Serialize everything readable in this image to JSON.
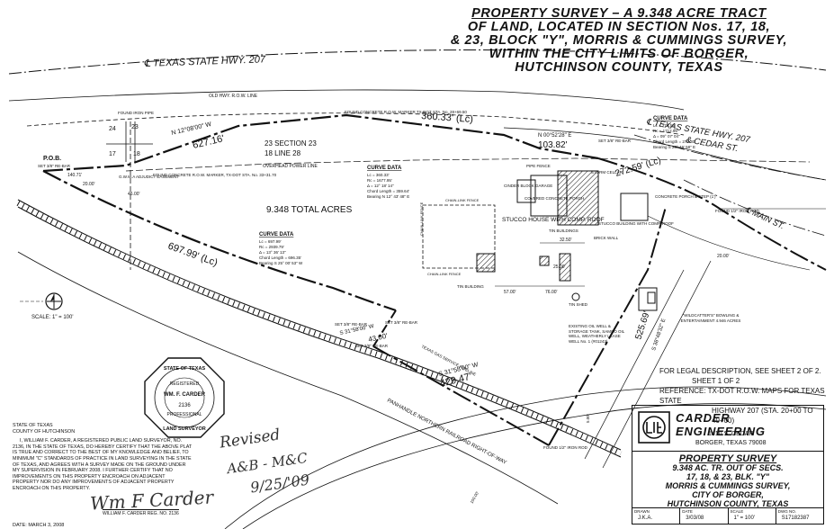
{
  "title": {
    "lines": [
      "PROPERTY SURVEY – A 9.348 ACRE TRACT",
      "OF LAND, LOCATED IN SECTION Nos. 17, 18,",
      "& 23, BLOCK \"Y\", MORRIS & CUMMINGS SURVEY,",
      "WITHIN THE CITY LIMITS OF BORGER,",
      "HUTCHINSON COUNTY, TEXAS"
    ]
  },
  "map": {
    "hwy_top": "℄ TEXAS STATE HWY. 207",
    "old_row": "OLD HWY. R.O.W. LINE",
    "hwy_right_1": "℄ TEXAS STATE HWY. 207",
    "hwy_right_2": "& CEDAR ST.",
    "main_st": "℄ MAIN ST.",
    "pob": "P.O.B.",
    "pob_sub": "SET 3/8\" RE-BAR",
    "dist_1": "140.71'",
    "dist_2": "20.00'",
    "gwwa": "G.W.W.A ADJUDICT EASEMENT",
    "gwwa_dist": "46.00'",
    "found_conc_1": "FOUND CONCRETE R.O.W. MARKER, TX-DOT STA. No. 33+31.70",
    "found_iron": "FOUND IRON PIPE",
    "sec_24": "24",
    "sec_23_top": "23",
    "sec_17": "17",
    "sec_18": "18",
    "bearing_top": "N 12°08'00\" W",
    "dist_top": "627.16'",
    "sec_line_23": "23  SECTION  23",
    "sec_line_18": "18  LINE  28",
    "overhead": "OVERHEAD POWER LINE",
    "found_conc_2": "FOUND CONCRETE R.O.W. MARKER TX-DOT STA. No. 28+69.50",
    "dist_lc1": "360.33' (Lc)",
    "brg_mid": "N 00°52'28\" E",
    "dist_mid": "103.82'",
    "set_rebar_1": "SET 3/8\" RE-BAR",
    "curve_right": {
      "title": "CURVE DATA",
      "lines": [
        "Lc = 272.55'",
        "Rc = 1712.95'",
        "Δ = 09° 07' 04\"",
        "Chord Length = 272.30'",
        "Bearing S 28° 46' 58\" E"
      ]
    },
    "dist_lc2": "272.59' (Lc)",
    "curve_mid": {
      "title": "CURVE DATA",
      "lines": [
        "Lc = 360.33'",
        "Rc = 1677.95'",
        "Δ = 12° 18' 14\"",
        "Chord Length = 359.64'",
        "Bearing N 12° 43' 48\" E"
      ]
    },
    "total_acres": "9.348 TOTAL ACRES",
    "chain_fence_1": "CHAIN-LINK FENCE",
    "chain_fence_2": "CHAIN-LINK FENCE",
    "chain_fence_3": "CHAIN-LINK FENCE",
    "pipe_fence": "PIPE FENCE",
    "cinder": "CINDER BLOCK GARAGE",
    "covered": "COVERED CONCRETE PORCH",
    "storm": "STORM CELLAR",
    "stucco_house": "STUCCO HOUSE WITH COMP. ROOF",
    "tin_bldgs": "TIN BUILDINGS",
    "brick_wall": "BRICK WALL",
    "stucco_bldg": "STUCCO BUILDING WITH COMP. ROOF",
    "conc_porch": "CONCRETE PORCH & STEP (1')",
    "found_iron_2": "FOUND 1/2\" IRON ROD",
    "dist_right_top": "20.00'",
    "dist_lc3": "697.99' (Lc)",
    "curve_left": {
      "title": "CURVE DATA",
      "lines": [
        "Lc = 697.99'",
        "Rc = 2939.79'",
        "Δ = 13° 36' 13\"",
        "Chord Length = 696.35'",
        "Bearing S 25° 00' 53\" W"
      ]
    },
    "tin_building": "TIN BUILDING",
    "tin_shed": "TIN SHED",
    "d_57": "57.00'",
    "d_76": "76.00'",
    "d_3250": "32.50'",
    "d_2500": "25.00'",
    "oil_well": "EXISTING OIL WELL & STORAGE TANK, SAMCO OIL WELL, WEATHERLY LEASE WELL No. 1 (#01243)",
    "wildcatter": "\"WILDCATTER'S\" BOWLING & ENTERTAINMENT 4.946 ACRES",
    "scale": "SCALE: 1\" = 100'",
    "set_rebar_2": "SET 3/8\" RE-BAR",
    "set_rebar_3": "SET 3/8\" RE-BAR",
    "set_rebar_4": "SET 3/8\" RE-BAR",
    "brg_sw": "S 31°58'00\" W",
    "d_4300": "43.00'",
    "brg_low": "S 31°58'00\" W",
    "dist_low": "429.47'",
    "gas": "TEXAS GAS SERVICE PIPELINE",
    "railroad": "PANHANDLE NORTHERN RAILROAD RIGHT-OF-WAY",
    "dist_52569": "525.69'",
    "brg_right": "S 38°48'32\" E",
    "found_iron_3": "FOUND 1/2\" IRON ROD",
    "d_100": "100.00'",
    "d_5": "5.00'"
  },
  "notes": {
    "l1": "FOR LEGAL DESCRIPTION, SEE SHEET 2 OF 2.",
    "l2": "SHEET 1 OF 2",
    "l3": "REFERENCE:  TX-DOT R.O.W. MAPS FOR TEXAS STATE",
    "l4": "HIGHWAY 207 (STA. 20+00 TO 40+00)"
  },
  "seal": {
    "top": "STATE OF TEXAS",
    "reg": "REGISTERED",
    "name": "WM. F. CARDER",
    "num": "2136",
    "prof": "PROFESSIONAL",
    "bottom": "LAND SURVEYOR"
  },
  "cert": {
    "state": "STATE OF TEXAS",
    "county": "COUNTY OF HUTCHINSON",
    "body": "I, WILLIAM F. CARDER, A REGISTERED PUBLIC LAND SURVEYOR, NO. 2136, IN THE STATE OF TEXAS, DO HEREBY CERTIFY THAT THE ABOVE PLAT IS TRUE AND CORRECT TO THE BEST OF MY KNOWLEDGE AND BELIEF, TO MINIMUM \"C\" STANDARDS OF PRACTICE IN LAND SURVEYING IN THE STATE OF TEXAS, AND AGREES WITH A SURVEY MADE ON THE GROUND UNDER MY SUPERVISION IN FEBRUARY 2008. I FURTHER CERTIFY THAT NO IMPROVEMENTS ON THIS PROPERTY ENCROACH ON ADJACENT PROPERTY NOR DO ANY IMPROVEMENTS OF ADJACENT PROPERTY ENCROACH ON THIS PROPERTY.",
    "date": "DATE:  MARCH 3, 2008",
    "signer": "WILLIAM F. CARDER    REG. NO. 2136"
  },
  "handwriting": {
    "revised": "Revised",
    "initials": "A&B - M&C",
    "date": "9/25/'09",
    "signature": "Wm F Carder"
  },
  "engineer": {
    "name": "CARDER ENGINEERING",
    "addr1": "1410 S. CEDAR",
    "addr2": "BORGER, TEXAS  79008",
    "t1": "PROPERTY SURVEY",
    "t2": "9.348 AC. TR. OUT OF SECS.",
    "t3": "17, 18, & 23, BLK. \"Y\"",
    "t4": "MORRIS & CUMMINGS SURVEY,",
    "t5": "CITY OF BORGER,",
    "t6": "HUTCHINSON COUNTY, TEXAS",
    "footer": [
      {
        "label": "DRAWN",
        "value": "J.K.A."
      },
      {
        "label": "DATE",
        "value": "3/03/08"
      },
      {
        "label": "SCALE",
        "value": "1\" = 100'"
      },
      {
        "label": "DWG NO.",
        "value": "S17182387"
      }
    ]
  }
}
